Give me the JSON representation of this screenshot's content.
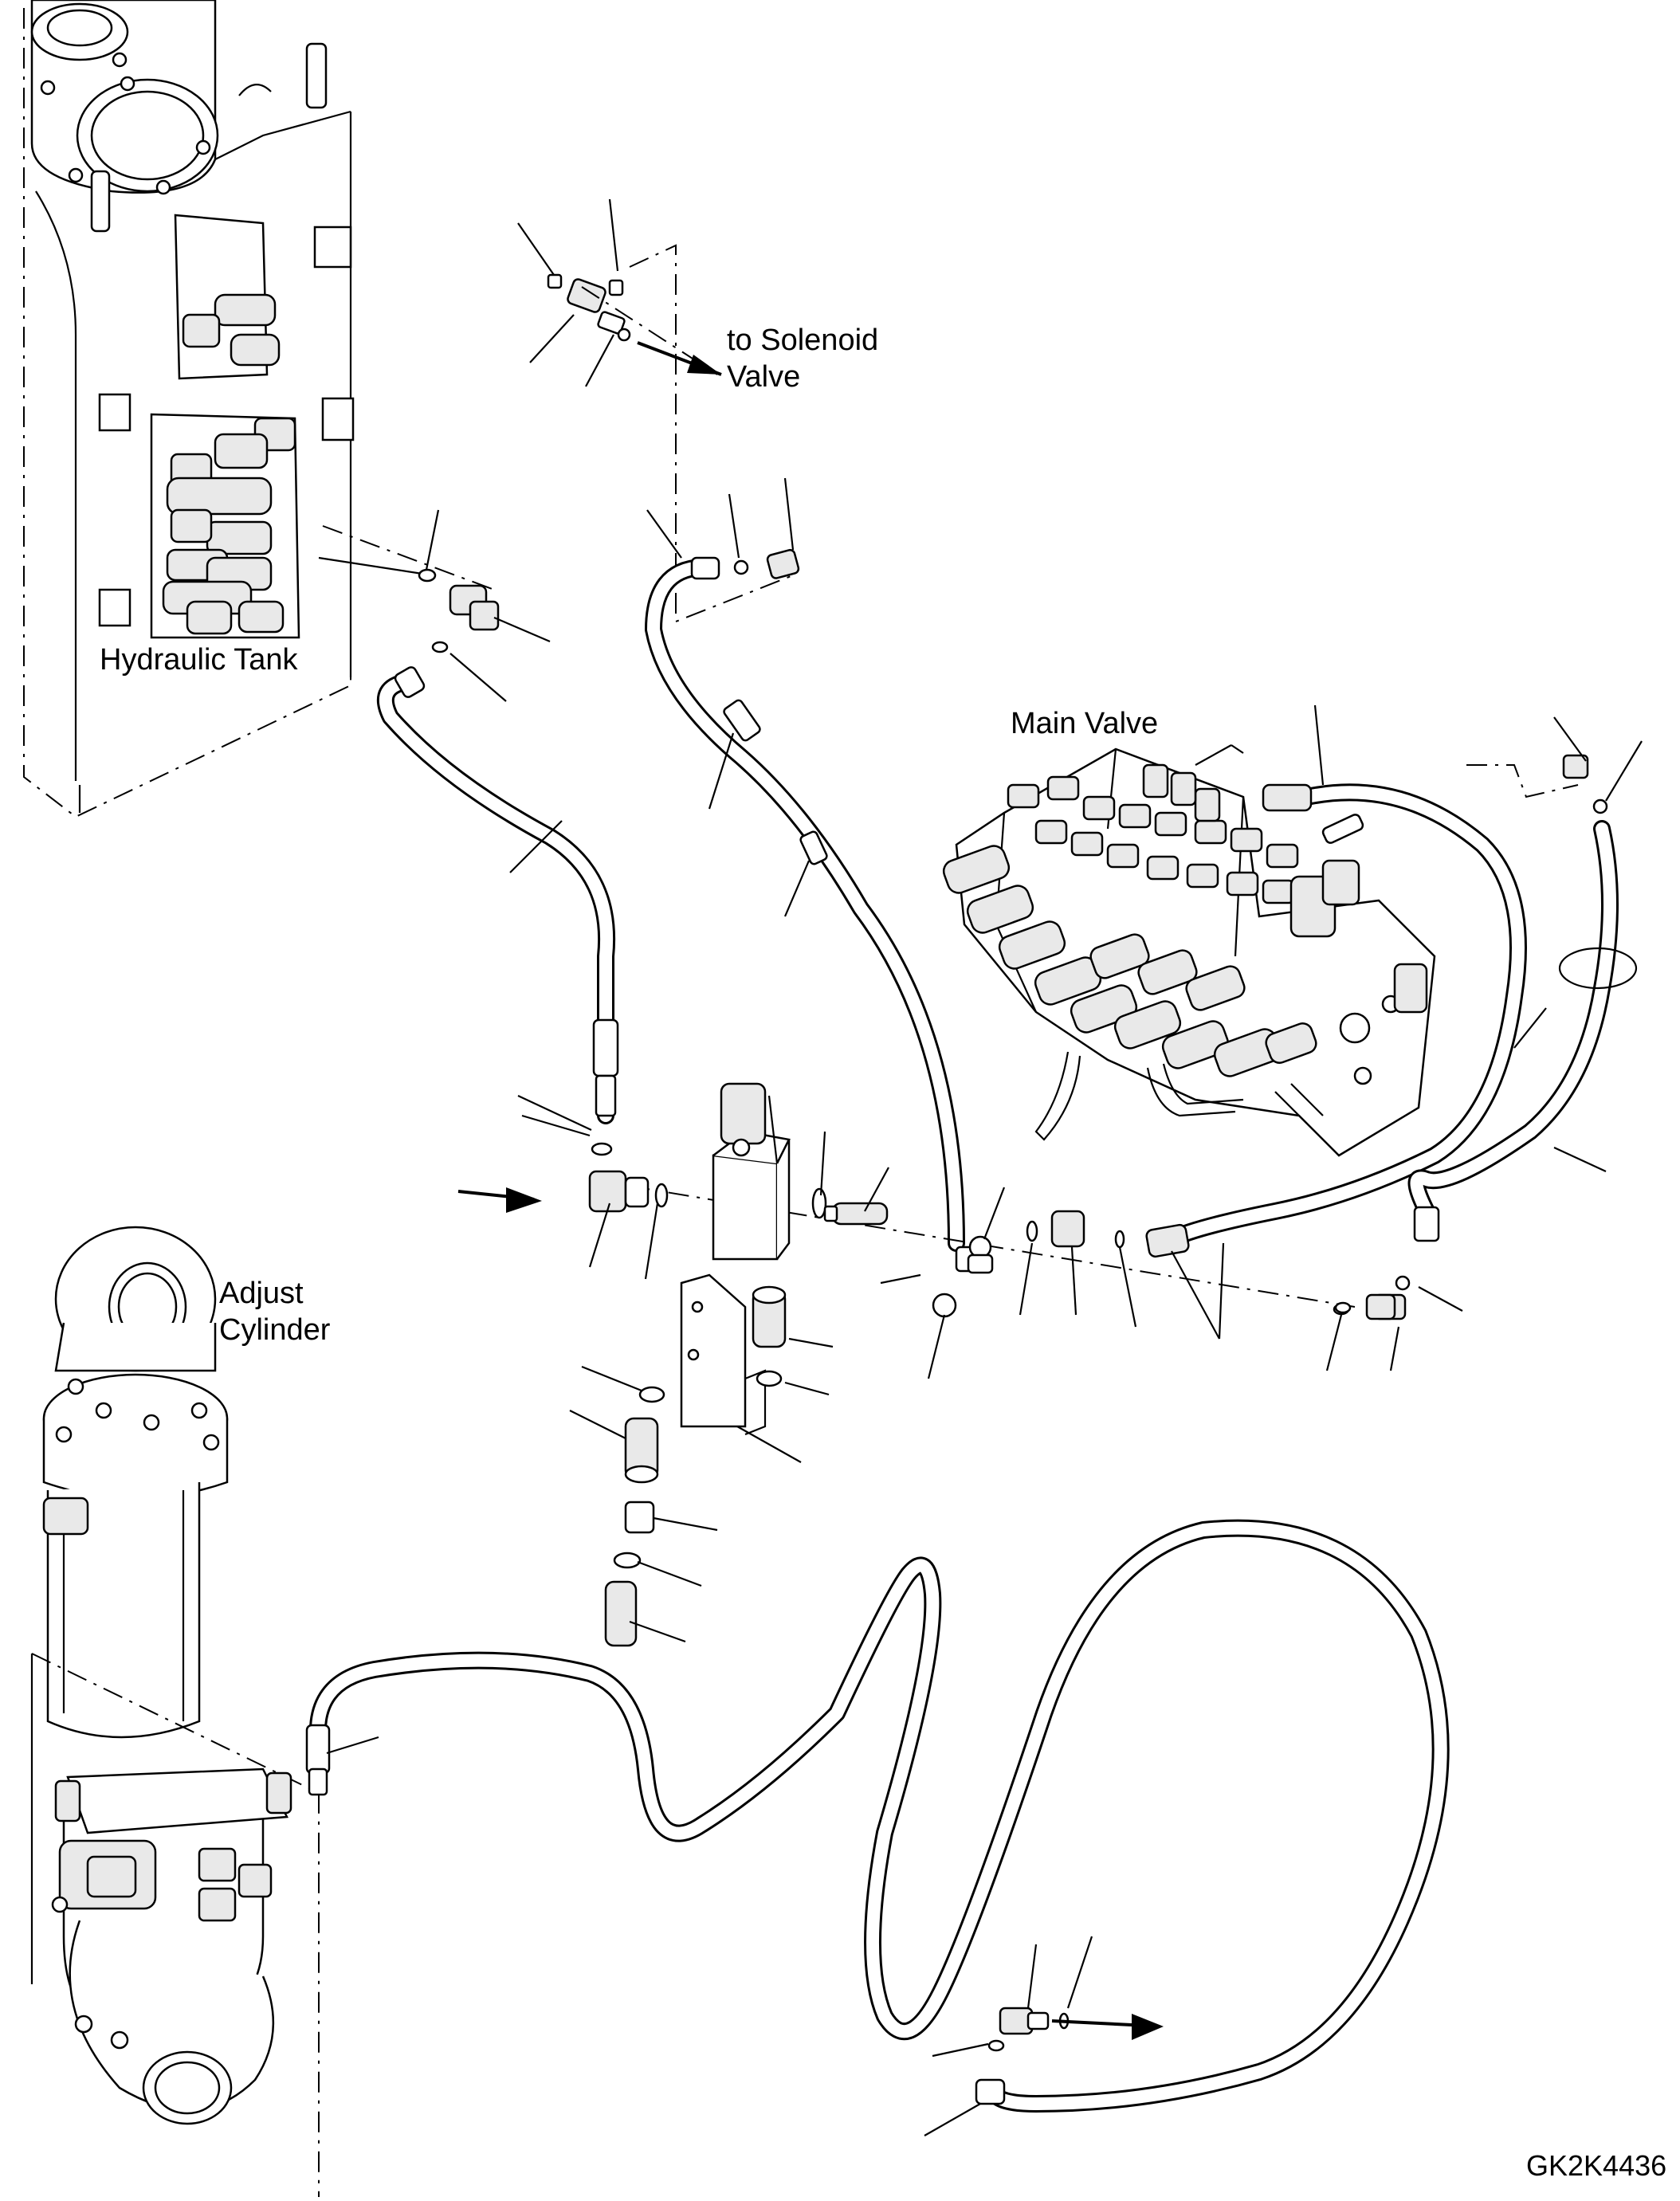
{
  "labels": {
    "to_solenoid": "to Solenoid\nValve",
    "hydraulic_tank": "Hydraulic Tank",
    "main_valve": "Main Valve",
    "adjust_cylinder": "Adjust\nCylinder",
    "drawing_code": "GK2K4436"
  }
}
